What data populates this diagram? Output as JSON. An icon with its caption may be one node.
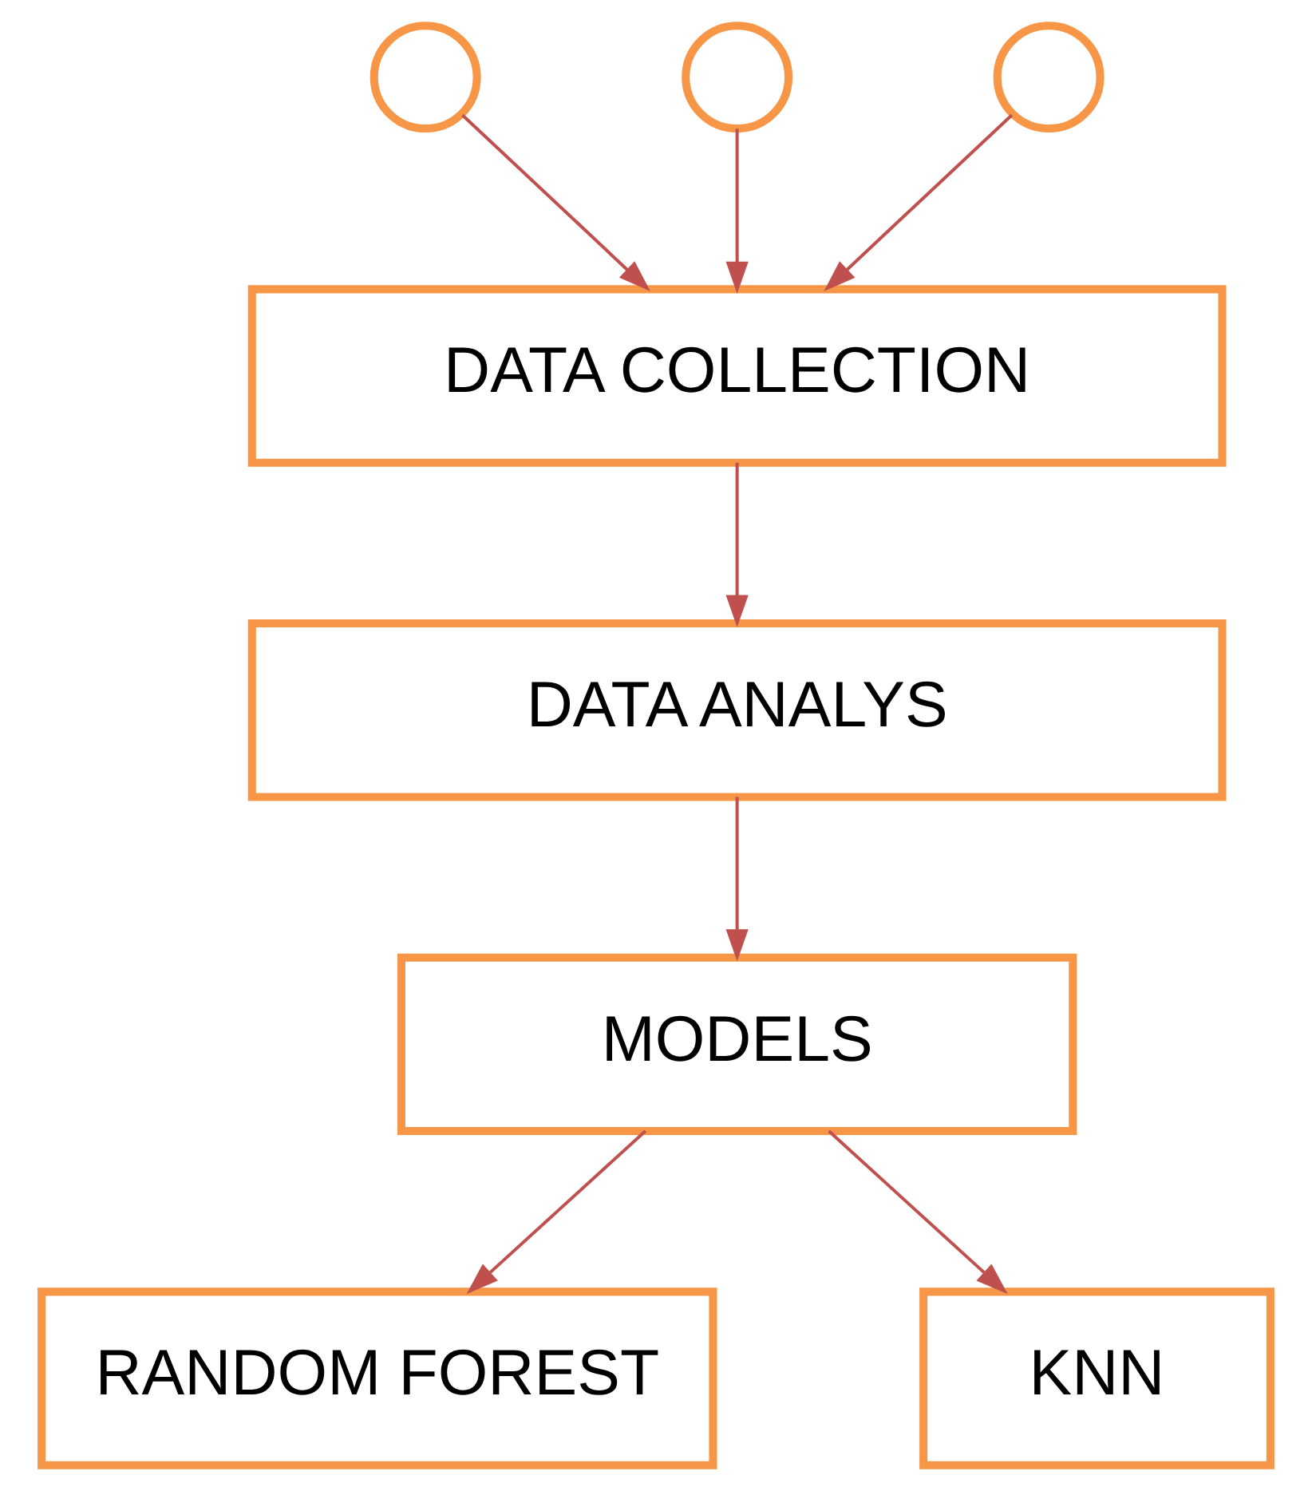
{
  "diagram": {
    "nodes": [
      {
        "text": [],
        "shape": "circle"
      },
      {
        "text": [],
        "shape": "circle"
      },
      {
        "text": [],
        "shape": "circle"
      },
      {
        "text": [
          "DATA COLLECTION"
        ]
      },
      {
        "text": [
          "DATA ANALYS"
        ]
      },
      {
        "text": [
          "MODELS"
        ]
      },
      {
        "text": [
          "RANDOM FOREST"
        ]
      },
      {
        "text": [
          "KNN"
        ]
      }
    ],
    "edges": [
      {
        "from": 0,
        "to": 3,
        "arrow": "to"
      },
      {
        "from": 1,
        "to": 3,
        "arrow": "to"
      },
      {
        "from": 2,
        "to": 3,
        "arrow": "to"
      },
      {
        "from": 3,
        "to": 4,
        "arrow": "to"
      },
      {
        "from": 4,
        "to": 5,
        "arrow": "to"
      },
      {
        "from": 5,
        "to": 6,
        "arrow": "to"
      },
      {
        "from": 5,
        "to": 7,
        "arrow": "to"
      }
    ]
  }
}
